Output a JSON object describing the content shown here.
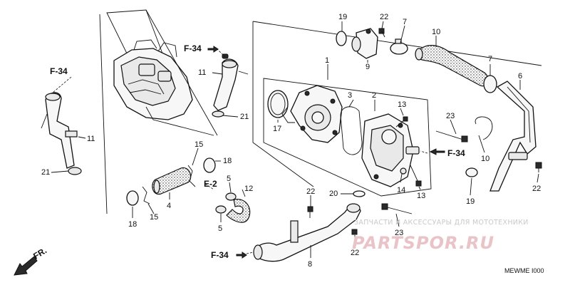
{
  "callouts": {
    "c19a": "19",
    "c22a": "22",
    "c7a": "7",
    "c10": "10",
    "c7b": "7",
    "c6": "6",
    "c11a": "11",
    "c9": "9",
    "c1": "1",
    "c3": "3",
    "c2": "2",
    "c17": "17",
    "c13a": "13",
    "c23a": "23",
    "c21a": "21",
    "c11b": "11",
    "c21b": "21",
    "c15a": "15",
    "c18a": "18",
    "c5a": "5",
    "c12": "12",
    "c4": "4",
    "c15b": "15",
    "c18b": "18",
    "c5b": "5",
    "c22b": "22",
    "c20": "20",
    "c14": "14",
    "c13b": "13",
    "c8": "8",
    "c22c": "22",
    "c23b": "23",
    "c10b": "10",
    "c19b": "19",
    "c22d": "22"
  },
  "refs": {
    "f34_top": "F-34",
    "f34_left": "F-34",
    "f34_right": "F-34",
    "f34_bottom": "F-34",
    "e2": "E-2"
  },
  "direction": "FR.",
  "diagram_code": "MEWME I000",
  "watermark": {
    "tagline": "ЗАПЧАСТИ И АКСЕССУАРЫ ДЛЯ МОТОТЕХНИКИ",
    "brand": "PARTSPOR.RU"
  }
}
